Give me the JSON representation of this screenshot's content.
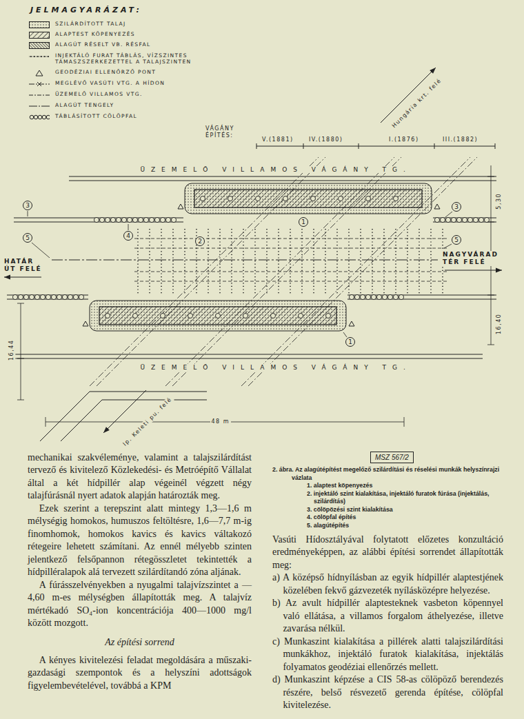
{
  "diagram": {
    "caption": "2. ábra. Az alagútépítést megelőző szilárdítási és réselési munkák helyszínrajzi vázlata",
    "nodes": [
      {
        "text": [
          "3"
        ]
      },
      {
        "text": [
          "3"
        ]
      },
      {
        "text": [
          "1"
        ]
      },
      {
        "text": [
          "4"
        ]
      },
      {
        "text": [
          "5"
        ]
      },
      {
        "text": [
          "2"
        ]
      },
      {
        "text": [
          "5"
        ]
      },
      {
        "text": [
          "1"
        ]
      },
      {
        "text": [
          "MSZ 567/2"
        ]
      }
    ],
    "labels": [
      "JELMAGYARÁZAT:",
      "VÁGÁNY ÉPÍTÉS:",
      "V.(1881)",
      "IV.(1880)",
      "I.(1876)",
      "III.(1882)",
      "Hungária krt. felé",
      "ÜZEMELŐ VILLAMOS VÁGÁNY TG.",
      "5,30",
      "HATÁR ÚT FELÉ",
      "NAGYVÁRAD TÉR FELÉ",
      "16,40",
      "16,44",
      "ÜZEMELŐ VILLAMOS VÁGÁNY TG.",
      "48 m",
      "Ip. Keleti pu. felé",
      "mechanikai szakvéleménye, valamint a talajszilárdítást tervező és kivitelező Közlekedési- és Metróépítő Vállalat által a két hídpillér alap végeinél végzett négy talajfúrásnál nyert adatok alapján határozták meg.",
      "Ezek szerint a terepszint alatt mintegy 1,3—1,6 m mélységig homokos, humuszos feltöltésre, 1,6—7,7 m-ig finomhomok, homokos kavics és kavics váltakozó rétegeire lehetett számítani. Az ennél mélyebb szinten jelentkező felsőpannon rétegösszletet tekintették a hídpilléralapok alá tervezett szilárdítandó zóna aljának.",
      "A fúrásszelvényekben a nyugalmi talajvízszintet a —4,60 m-es mélységben állapították meg. A talajvíz mértékadó SO₄-ion koncentrációja 400—1000 mg/l között mozgott.",
      "Az építési sorrend",
      "A kényes kivitelezési feladat megoldására a műszaki-gazdasági szempontok és a helyszíni adottságok figyelembevételével, továbbá a KPM",
      "1. alaptest köpenyezés",
      "2. injektáló szint kialakítása, injektáló furatok fúrása (injektálás, szilárdítás)",
      "3. cölöpözési szint kialakítása",
      "4. cölöpfal építés",
      "5. alagútépítés",
      "Vasúti Hídosztályával folytatott előzetes konzultáció eredményeképpen, az alábbi építési sorrendet állapították meg:",
      "a) A középső hídnyílásban az egyik hídpillér alaptestjének közelében fekvő gázvezeték nyílásközépre helyezése.",
      "b) Az avult hídpillér alaptesteknek vasbeton köpennyel való ellátása, a villamos forgalom áthelyezése, illetve zavarása nélkül.",
      "c) Munkaszint kialakítása a pillérek alatti talajszilárdítási munkákhoz, injektáló furatok kialakítása, injektálás folyamatos geodéziai ellenőrzés mellett.",
      "d) Munkaszint képzése a CIS 58-as cölöpöző berendezés részére, belső résvezető gerenda építése, cölöpfal kivitelezése."
    ],
    "legend": [
      {
        "text": "SZILÁRDÍTOTT TALAJ"
      },
      {
        "text": "ALAPTEST KÖPENYEZÉS"
      },
      {
        "text": "ALAGÚT RÉSELT VB. RÉSFAL"
      },
      {
        "text": "INJEKTÁLÓ FURAT TÁBLÁS, VÍZSZINTES TÁMASZSZERKEZETTEL A TALAJSZINTEN"
      },
      {
        "text": "GEODÉZIAI ELLENŐRZŐ PONT"
      },
      {
        "text": "MEGLÉVŐ VASÚTI VTG. A HÍDON"
      },
      {
        "text": "ÜZEMELŐ VILLAMOS VTG."
      },
      {
        "text": "ALAGÚT TENGELY"
      },
      {
        "text": "TÁBLÁSÍTOTT CÖLÖPFAL"
      }
    ]
  }
}
